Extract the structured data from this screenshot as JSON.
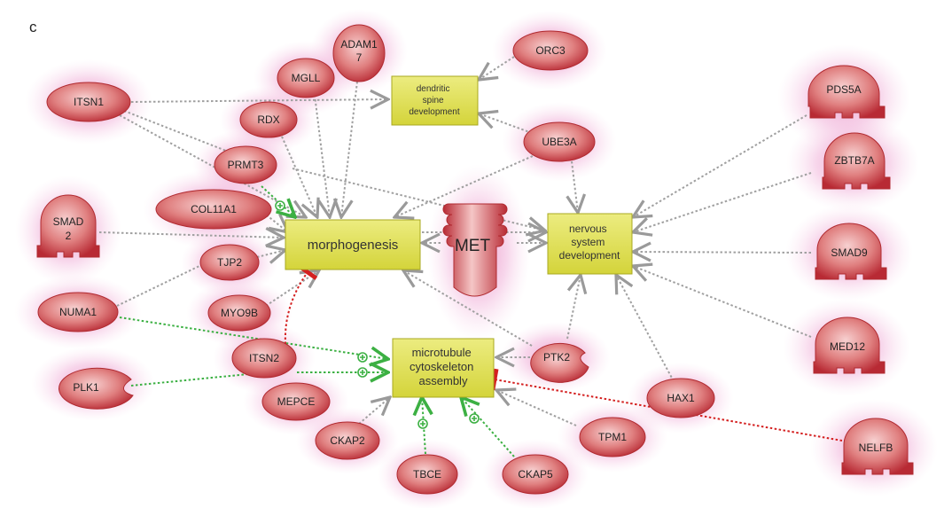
{
  "panel_label": "c",
  "processes": {
    "dendritic": "dendritic spine development",
    "morphogenesis": "morphogenesis",
    "nervous": "nervous system development",
    "microtubule": "microtubule cytoskeleton assembly"
  },
  "hub": {
    "met": "MET"
  },
  "genes": {
    "adam17": "ADAM1 7",
    "orc3": "ORC3",
    "mgll": "MGLL",
    "itsn1": "ITSN1",
    "rdx": "RDX",
    "ube3a": "UBE3A",
    "prmt3": "PRMT3",
    "col11a1": "COL11A1",
    "tjp2": "TJP2",
    "myo9b": "MYO9B",
    "numa1": "NUMA1",
    "itsn2": "ITSN2",
    "mepce": "MEPCE",
    "ckap2": "CKAP2",
    "tbce": "TBCE",
    "ckap5": "CKAP5",
    "tpm1": "TPM1",
    "hax1": "HAX1",
    "ptk2": "PTK2",
    "plk1": "PLK1",
    "smad2": "SMAD 2",
    "pds5a": "PDS5A",
    "zbtb7a": "ZBTB7A",
    "smad9": "SMAD9",
    "med12": "MED12",
    "nelfb": "NELFB"
  },
  "colors": {
    "node_fill_light": "#f2b8b8",
    "node_fill_dark": "#c0303a",
    "glow": "#e8a0c8",
    "process_fill": "#e0e060",
    "process_border": "#a8a820",
    "edge_gray": "#a0a0a0",
    "edge_green": "#3cb043",
    "edge_red": "#d42020"
  }
}
